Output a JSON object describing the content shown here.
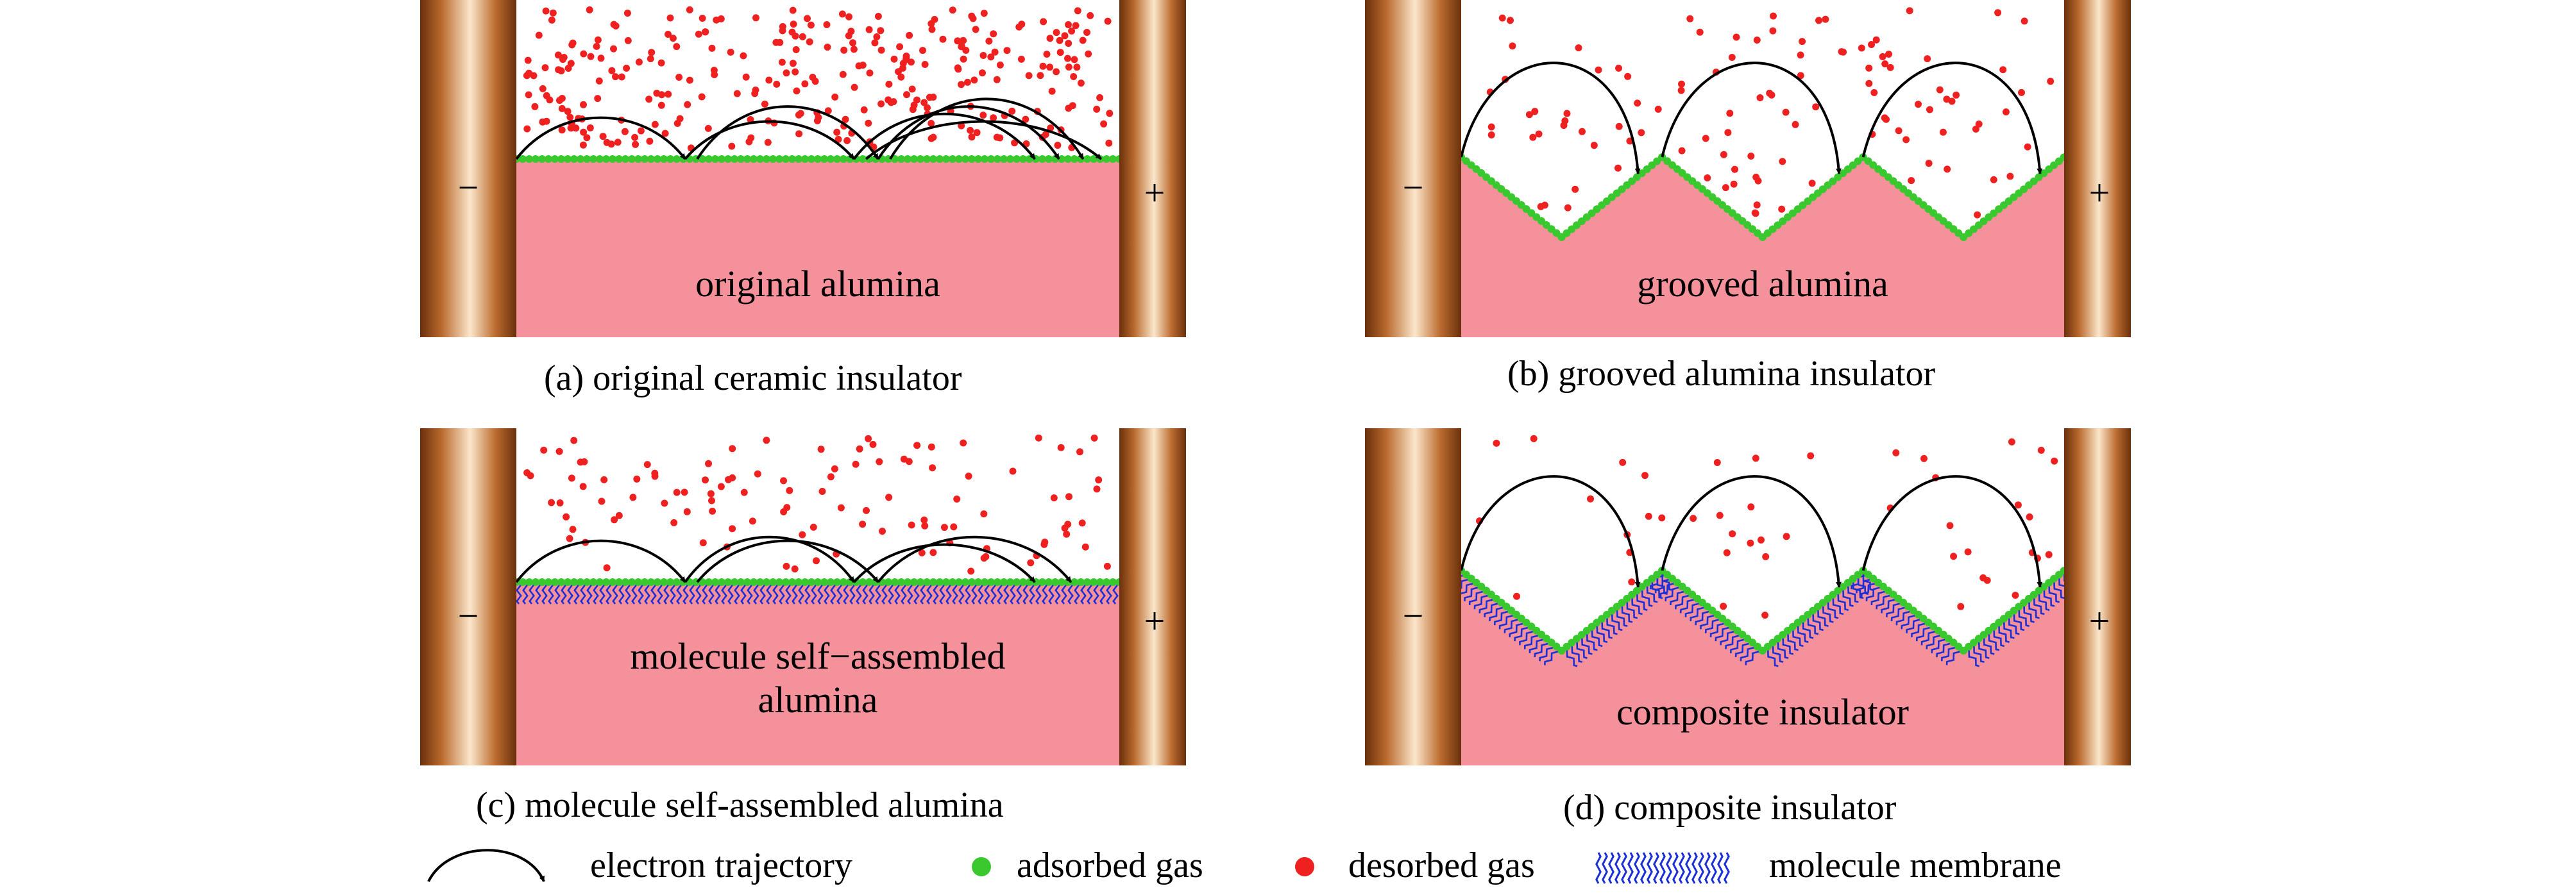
{
  "panels": [
    {
      "id": "a",
      "type": "flat",
      "label": "original alumina",
      "caption": "(a) original ceramic insulator",
      "layers": [
        "adsorbed-gas"
      ],
      "gas_density": "high",
      "electrode_left": "−",
      "electrode_right": "+"
    },
    {
      "id": "b",
      "type": "grooved",
      "label": "grooved alumina",
      "caption": "(b) grooved alumina insulator",
      "layers": [
        "adsorbed-gas"
      ],
      "gas_density": "medium",
      "electrode_left": "−",
      "electrode_right": "+"
    },
    {
      "id": "c",
      "type": "flat",
      "label_lines": [
        "molecule self−assembled",
        "alumina"
      ],
      "caption": "(c) molecule self-assembled alumina",
      "layers": [
        "adsorbed-gas",
        "molecule-membrane"
      ],
      "gas_density": "medium",
      "electrode_left": "−",
      "electrode_right": "+"
    },
    {
      "id": "d",
      "type": "grooved",
      "label": "composite insulator",
      "caption": "(d) composite insulator",
      "layers": [
        "adsorbed-gas",
        "molecule-membrane"
      ],
      "gas_density": "low",
      "electrode_left": "−",
      "electrode_right": "+"
    }
  ],
  "legend": {
    "electron_trajectory": "electron trajectory",
    "adsorbed_gas": "adsorbed gas",
    "desorbed_gas": "desorbed gas",
    "molecule_membrane": "molecule membrane"
  },
  "colors": {
    "alumina": "#f4919b",
    "adsorbed_gas": "#39c92f",
    "desorbed_gas": "#ee2020",
    "membrane": "#1a2fd6",
    "electrode_dark": "#7a3d12",
    "electrode_light": "#fbe3c6",
    "trajectory": "#000000"
  }
}
